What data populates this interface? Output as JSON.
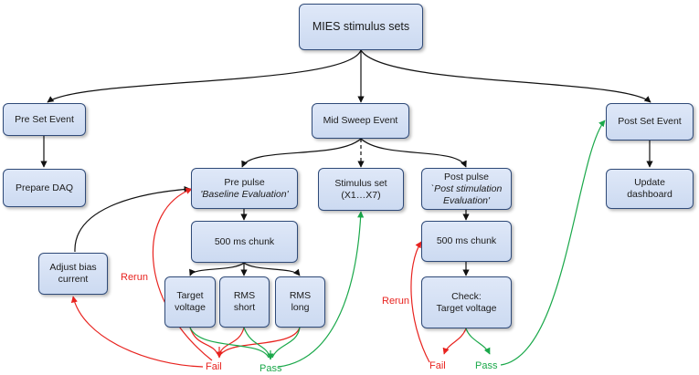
{
  "nodes": {
    "root": "MIES stimulus sets",
    "pre_set_event": "Pre Set Event",
    "prepare_daq": "Prepare DAQ",
    "mid_sweep_event": "Mid Sweep Event",
    "post_set_event": "Post Set Event",
    "update_dashboard": [
      "Update",
      "dashboard"
    ],
    "pre_pulse": "Pre pulse",
    "pre_pulse_sub": "'Baseline Evaluation'",
    "stimulus_set": [
      "Stimulus set",
      "(X1…X7)"
    ],
    "post_pulse": "Post pulse",
    "post_pulse_sub": [
      "`Post stimulation",
      "Evaluation'"
    ],
    "chunk_left": "500 ms chunk",
    "chunk_right": "500 ms chunk",
    "adjust_bias": [
      "Adjust bias",
      "current"
    ],
    "target_voltage": [
      "Target",
      "voltage"
    ],
    "rms_short": [
      "RMS",
      "short"
    ],
    "rms_long": [
      "RMS",
      "long"
    ],
    "check_target": [
      "Check:",
      "Target voltage"
    ]
  },
  "labels": {
    "rerun_left": "Rerun",
    "rerun_right": "Rerun",
    "fail_left": "Fail",
    "pass_left": "Pass",
    "fail_right": "Fail",
    "pass_right": "Pass"
  },
  "colors": {
    "box_fill_top": "#dfe8f8",
    "box_fill_bottom": "#ccdaf1",
    "box_border": "#2f4a78",
    "arrow": "#111111",
    "fail": "#e8231f",
    "pass": "#1aa84a"
  }
}
